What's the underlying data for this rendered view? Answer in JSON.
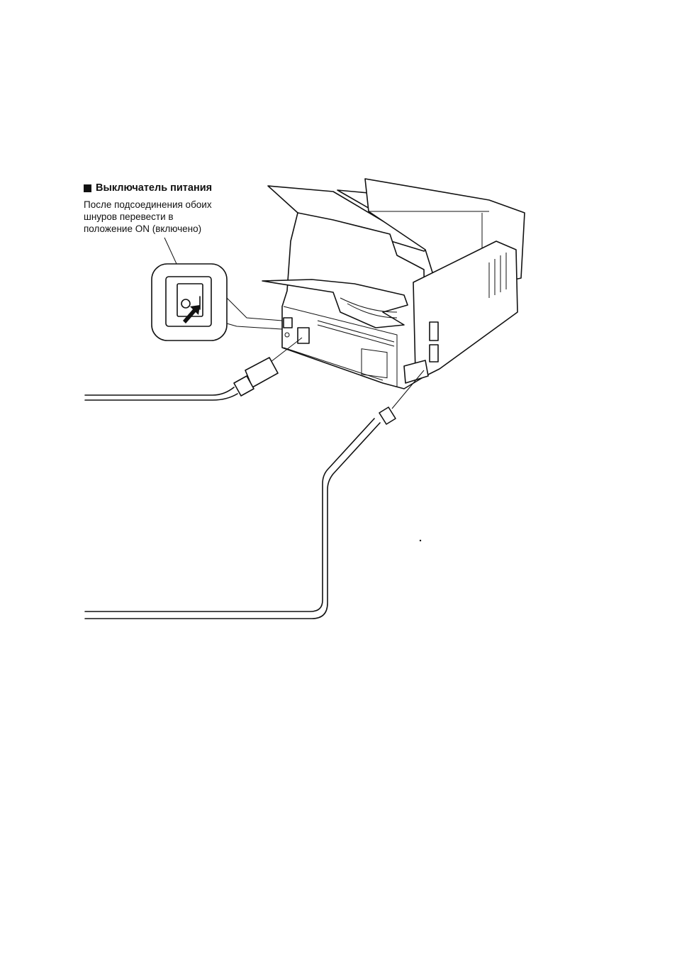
{
  "caption": {
    "title": "Выключатель питания",
    "lines": [
      "После подсоединения обоих",
      "шнуров перевести в",
      "положение ON (включено)"
    ]
  },
  "icons": {
    "bullet": "black-square",
    "switch": "power-switch-icon",
    "power_plug": "power-plug-icon",
    "phone_plug": "telephone-plug-icon"
  }
}
